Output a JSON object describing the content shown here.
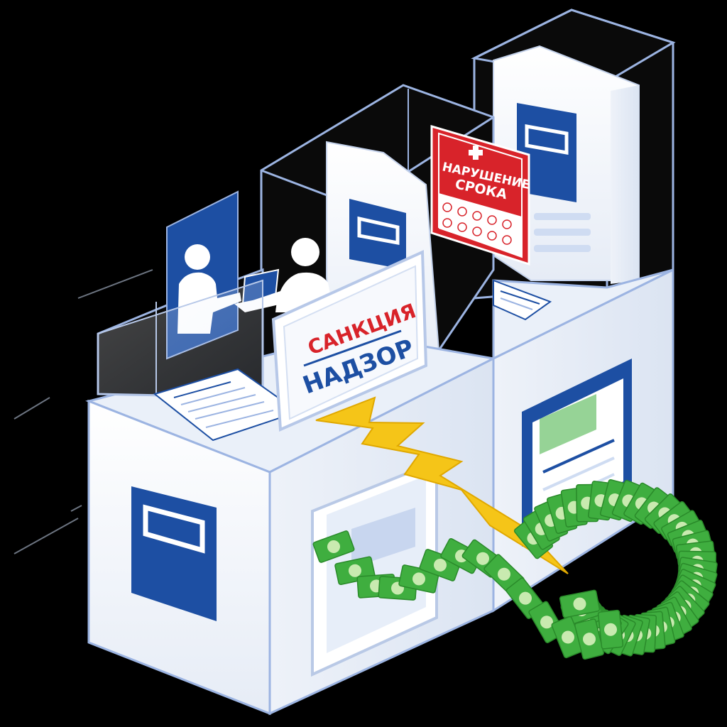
{
  "illustration": {
    "plate_sign": {
      "line1": "САНКЦИЯ",
      "line2": "НАДЗОР"
    },
    "warning_sign": {
      "line1": "НАРУШЕНИЕ",
      "line2": "СРОКА"
    },
    "icons": [
      "office-building-illustration",
      "office-worker-silhouette-icon",
      "customer-silhouette-icon",
      "document-form-icon",
      "lightning-bolt-icon",
      "money-banknotes-icon",
      "calendar-grid-icon",
      "medical-cross-icon"
    ]
  },
  "colors": {
    "background": "#000000",
    "box_face": "#f4f6fa",
    "box_outline": "#9cb4e2",
    "brand_blue": "#1d4fa3",
    "light_blue": "#cfdcf2",
    "warning_red": "#d8232a",
    "sign_red_text": "#d8232a",
    "sign_blue_text": "#1d4fa3",
    "lightning": "#f5c518",
    "money_green": "#3fae3f",
    "money_light": "#c9eab0"
  }
}
